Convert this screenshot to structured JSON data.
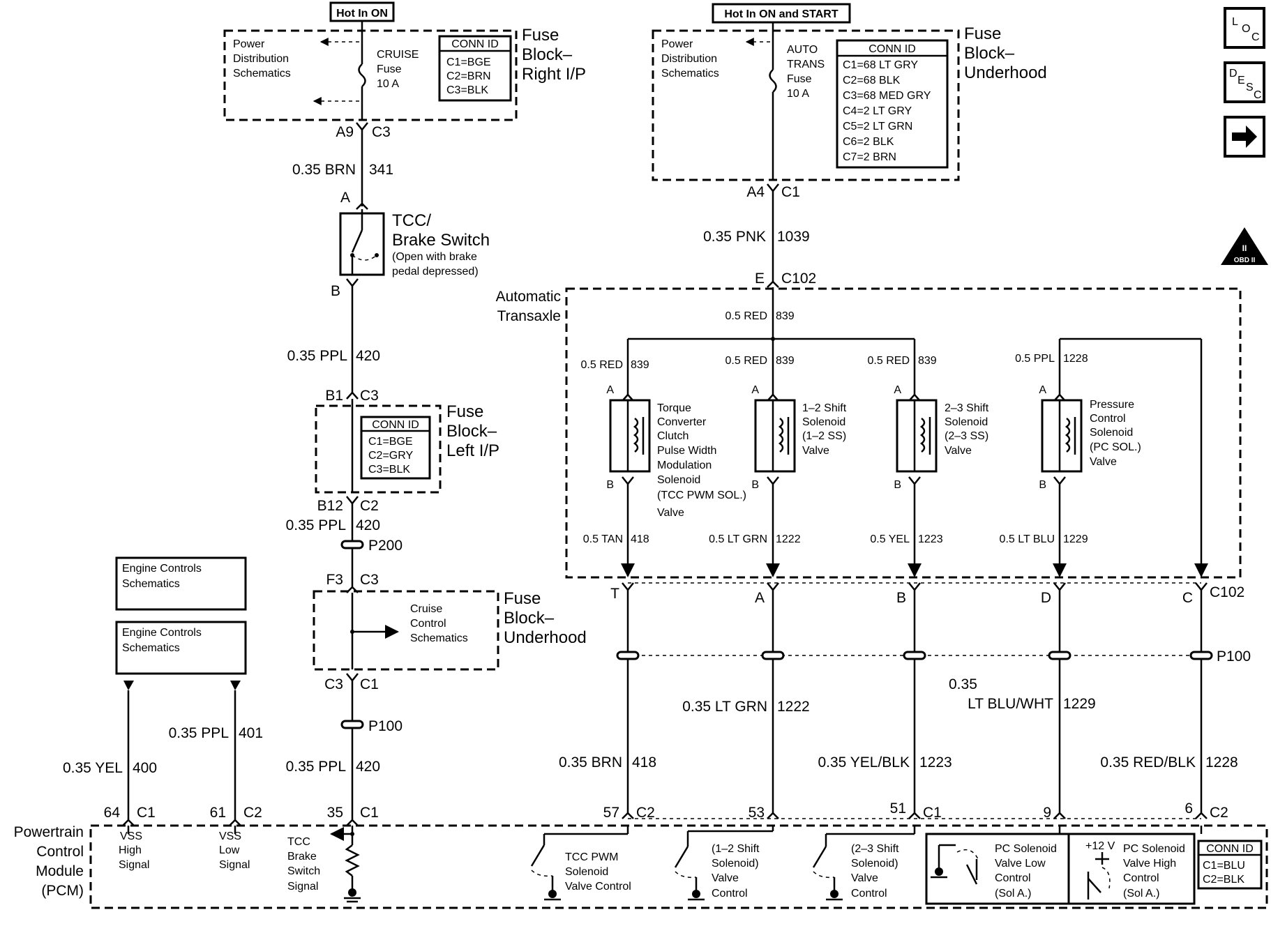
{
  "hot_labels": {
    "on": "Hot In ON",
    "on_start": "Hot In ON and START"
  },
  "fuse_rip": {
    "title": [
      "Fuse",
      "Block–",
      "Right I/P"
    ],
    "pds": [
      "Power",
      "Distribution",
      "Schematics"
    ],
    "fuse": [
      "CRUISE",
      "Fuse",
      "10 A"
    ],
    "conn": {
      "header": "CONN ID",
      "rows": [
        "C1=BGE",
        "C2=BRN",
        "C3=BLK"
      ]
    },
    "pins": {
      "a": "A9",
      "b": "C3"
    }
  },
  "fuse_uh_top": {
    "title": [
      "Fuse",
      "Block–",
      "Underhood"
    ],
    "pds": [
      "Power",
      "Distribution",
      "Schematics"
    ],
    "fuse": [
      "AUTO",
      "TRANS",
      "Fuse",
      "10 A"
    ],
    "conn": {
      "header": "CONN ID",
      "rows": [
        "C1=68 LT GRY",
        "C2=68 BLK",
        "C3=68 MED GRY",
        "C4=2 LT GRY",
        "C5=2 LT GRN",
        "C6=2 BLK",
        "C7=2 BRN"
      ]
    },
    "pins": {
      "a": "A4",
      "b": "C1"
    }
  },
  "wires": {
    "w341": {
      "g": "0.35 BRN",
      "n": "341"
    },
    "w420a": {
      "g": "0.35 PPL",
      "n": "420"
    },
    "w420b": {
      "g": "0.35 PPL",
      "n": "420"
    },
    "w420c": {
      "g": "0.35 PPL",
      "n": "420"
    },
    "w1039": {
      "g": "0.35 PNK",
      "n": "1039"
    },
    "w400": {
      "g": "0.35 YEL",
      "n": "400"
    },
    "w401": {
      "g": "0.35 PPL",
      "n": "401"
    },
    "w418": {
      "g": "0.35 BRN",
      "n": "418"
    },
    "w1222": {
      "g": "0.35 LT GRN",
      "n": "1222"
    },
    "w1223": {
      "g": "0.35 YEL/BLK",
      "n": "1223"
    },
    "w1229": {
      "g1": "0.35",
      "g2": "LT BLU/WHT",
      "n": "1229"
    },
    "w1228": {
      "g": "0.35 RED/BLK",
      "n": "1228"
    }
  },
  "tcc_switch": {
    "pin_a": "A",
    "pin_b": "B",
    "title": [
      "TCC/",
      "Brake Switch"
    ],
    "note": [
      "(Open with brake",
      "pedal depressed)"
    ]
  },
  "fuse_lip": {
    "pins_top": {
      "a": "B1",
      "b": "C3"
    },
    "pins_bot": {
      "a": "B12",
      "b": "C2"
    },
    "title": [
      "Fuse",
      "Block–",
      "Left I/P"
    ],
    "conn": {
      "header": "CONN ID",
      "rows": [
        "C1=BGE",
        "C2=GRY",
        "C3=BLK"
      ]
    }
  },
  "splices": {
    "p200": "P200",
    "p100a": "P100",
    "p100b": "P100"
  },
  "fuse_uh_bot": {
    "pins_top": {
      "a": "F3",
      "b": "C3"
    },
    "pins_bot": {
      "a": "C3",
      "b": "C1"
    },
    "title": [
      "Fuse",
      "Block–",
      "Underhood"
    ],
    "cruise": [
      "Cruise",
      "Control",
      "Schematics"
    ]
  },
  "engine1": [
    "Engine Controls",
    "Schematics"
  ],
  "engine2": [
    "Engine Controls",
    "Schematics"
  ],
  "c102_top": {
    "a": "E",
    "b": "C102"
  },
  "transaxle": {
    "title": [
      "Automatic",
      "Transaxle"
    ],
    "top_wire": {
      "g": "0.5 RED",
      "n": "839"
    },
    "solenoids": [
      {
        "in_g": "0.5 RED",
        "in_n": "839",
        "pa": "A",
        "pb": "B",
        "label": [
          "Torque",
          "Converter",
          "Clutch",
          "Pulse Width",
          "Modulation",
          "Solenoid",
          "(TCC PWM SOL.)",
          "Valve"
        ],
        "out_g": "0.5 TAN",
        "out_n": "418"
      },
      {
        "in_g": "0.5 RED",
        "in_n": "839",
        "pa": "A",
        "pb": "B",
        "label": [
          "1–2 Shift",
          "Solenoid",
          "(1–2 SS)",
          "Valve"
        ],
        "out_g": "0.5 LT GRN",
        "out_n": "1222"
      },
      {
        "in_g": "0.5 RED",
        "in_n": "839",
        "pa": "A",
        "pb": "B",
        "label": [
          "2–3 Shift",
          "Solenoid",
          "(2–3 SS)",
          "Valve"
        ],
        "out_g": "0.5 YEL",
        "out_n": "1223"
      },
      {
        "in_g": "0.5 PPL",
        "in_n": "1228",
        "pa": "A",
        "pb": "B",
        "label": [
          "Pressure",
          "Control",
          "Solenoid",
          "(PC SOL.)",
          "Valve"
        ],
        "out_g": "0.5 LT BLU",
        "out_n": "1229"
      }
    ]
  },
  "c102_bot": {
    "pins": [
      "T",
      "A",
      "B",
      "D",
      "C"
    ],
    "name": "C102"
  },
  "pcm": {
    "title": [
      "Powertrain",
      "Control",
      "Module",
      "(PCM)"
    ],
    "pins": [
      {
        "n": "64",
        "c": "C1"
      },
      {
        "n": "61",
        "c": "C2"
      },
      {
        "n": "35",
        "c": "C1"
      },
      {
        "n": "57",
        "c": "C2"
      },
      {
        "n": "53",
        "c": ""
      },
      {
        "n": "51",
        "c": "C1"
      },
      {
        "n": "9",
        "c": ""
      },
      {
        "n": "6",
        "c": "C2"
      }
    ],
    "vss_high": [
      "VSS",
      "High",
      "Signal"
    ],
    "vss_low": [
      "VSS",
      "Low",
      "Signal"
    ],
    "tcc_sig": [
      "TCC",
      "Brake",
      "Switch",
      "Signal"
    ],
    "tcc_pwm": [
      "TCC PWM",
      "Solenoid",
      "Valve Control"
    ],
    "ss12": [
      "(1–2 Shift",
      "Solenoid)",
      "Valve",
      "Control"
    ],
    "ss23": [
      "(2–3 Shift",
      "Solenoid)",
      "Valve",
      "Control"
    ],
    "pc_low": [
      "PC Solenoid",
      "Valve Low",
      "Control",
      "(Sol A.)"
    ],
    "pc_high": [
      "PC Solenoid",
      "Valve High",
      "Control",
      "(Sol A.)"
    ],
    "volt": "+12 V",
    "conn": {
      "header": "CONN ID",
      "rows": [
        "C1=BLU",
        "C2=BLK"
      ]
    }
  },
  "nav": {
    "loc": [
      "L",
      "O",
      "C"
    ],
    "desc": [
      "D",
      "E",
      "S",
      "C"
    ],
    "obd": [
      "II",
      "OBD II"
    ]
  }
}
